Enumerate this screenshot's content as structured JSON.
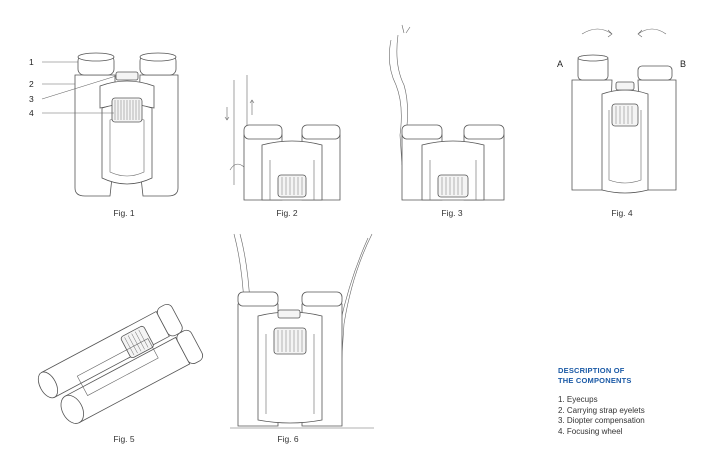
{
  "figures": {
    "fig1": {
      "caption": "Fig. 1",
      "callouts": [
        "1",
        "2",
        "3",
        "4"
      ]
    },
    "fig2": {
      "caption": "Fig. 2"
    },
    "fig3": {
      "caption": "Fig. 3"
    },
    "fig4": {
      "caption": "Fig. 4",
      "label_left": "A",
      "label_right": "B"
    },
    "fig5": {
      "caption": "Fig. 5"
    },
    "fig6": {
      "caption": "Fig. 6"
    }
  },
  "description": {
    "title_line1": "DESCRIPTION OF",
    "title_line2": "THE COMPONENTS",
    "items": [
      "1. Eyecups",
      "2. Carrying strap eyelets",
      "3. Diopter compensation",
      "4. Focusing wheel"
    ]
  },
  "colors": {
    "heading": "#1b5aa6",
    "line": "#555555"
  }
}
